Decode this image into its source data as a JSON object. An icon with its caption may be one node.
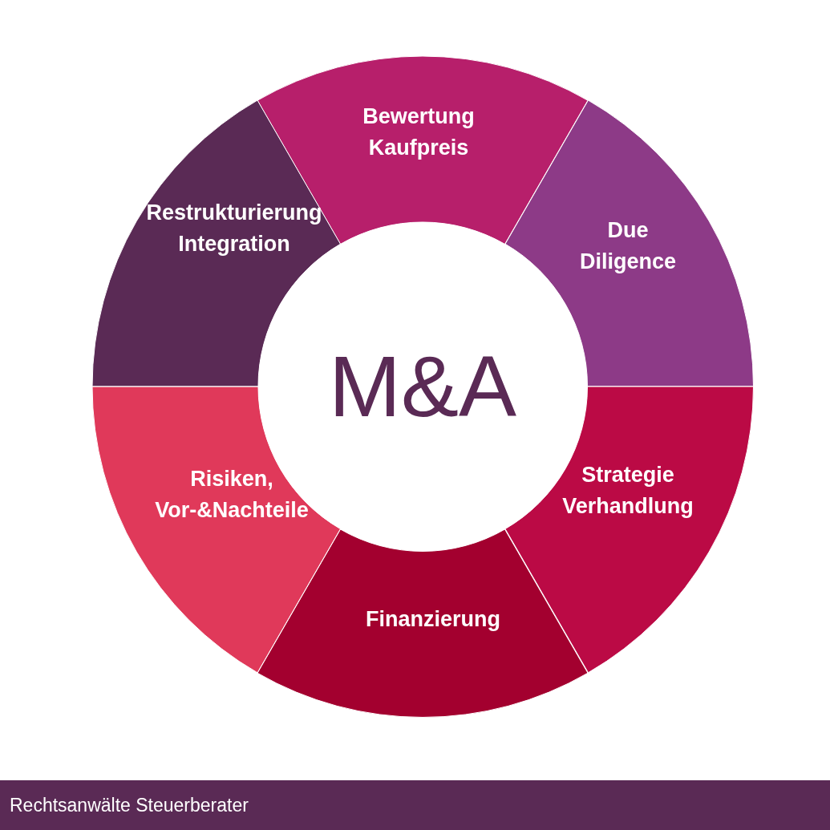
{
  "diagram": {
    "nodes": [
      {
        "text": [
          "M&A"
        ]
      },
      {
        "text": [
          "Bewertung Kaufpreis"
        ]
      },
      {
        "text": [
          "Due Diligence"
        ]
      },
      {
        "text": [
          "Strategie Verhandlung"
        ]
      },
      {
        "text": [
          "Finanzierung"
        ]
      },
      {
        "text": [
          "Risiken, Vor-&Nachteile"
        ]
      },
      {
        "text": [
          "Restrukturierung Integration"
        ]
      }
    ],
    "labels": [
      "Rechtsanwälte Steuerberater"
    ]
  }
}
